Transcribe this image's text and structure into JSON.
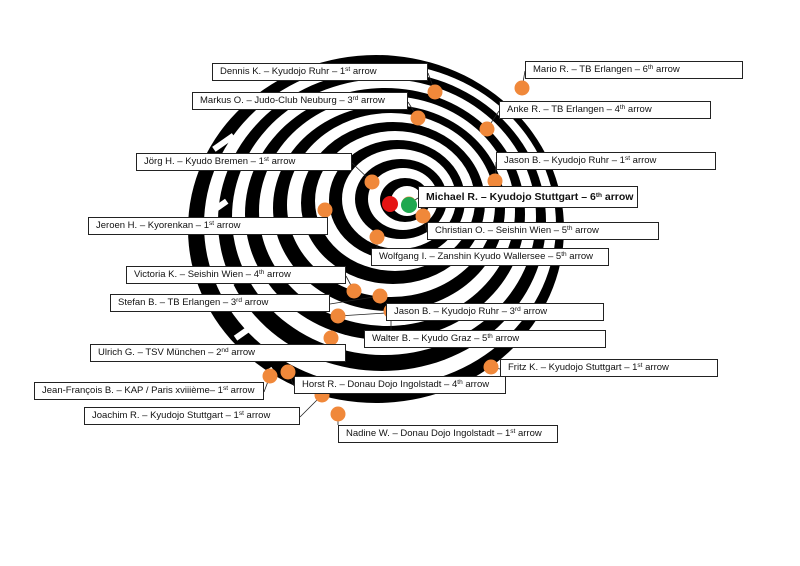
{
  "colors": {
    "stripe": "#000000",
    "background": "#ffffff",
    "arrow_hit": "#f0883a",
    "highlight_red": "#e51414",
    "highlight_green": "#1fa84f"
  },
  "hits": [
    {
      "name": "Dennis K.",
      "club": "Kyudojo Ruhr",
      "arrow_no": "1",
      "suffix": "st",
      "bold": false
    },
    {
      "name": "Mario R.",
      "club": "TB Erlangen",
      "arrow_no": "6",
      "suffix": "th",
      "bold": false
    },
    {
      "name": "Markus O.",
      "club": "Judo-Club Neuburg",
      "arrow_no": "3",
      "suffix": "rd",
      "bold": false
    },
    {
      "name": "Anke R.",
      "club": "TB Erlangen",
      "arrow_no": "4",
      "suffix": "th",
      "bold": false
    },
    {
      "name": "Jörg H.",
      "club": "Kyudo Bremen",
      "arrow_no": "1",
      "suffix": "st",
      "bold": false
    },
    {
      "name": "Jason B.",
      "club": "Kyudojo Ruhr",
      "arrow_no": "1",
      "suffix": "st",
      "bold": false
    },
    {
      "name": "Michael R.",
      "club": "Kyudojo Stuttgart",
      "arrow_no": "6",
      "suffix": "th",
      "bold": true
    },
    {
      "name": "Jeroen H.",
      "club": "Kyorenkan",
      "arrow_no": "1",
      "suffix": "st",
      "bold": false
    },
    {
      "name": "Christian O.",
      "club": "Seishin Wien",
      "arrow_no": "5",
      "suffix": "th",
      "bold": false
    },
    {
      "name": "Wolfgang I.",
      "club": "Zanshin Kyudo Wallersee",
      "arrow_no": "5",
      "suffix": "th",
      "bold": false
    },
    {
      "name": "Victoria K.",
      "club": "Seishin Wien",
      "arrow_no": "4",
      "suffix": "th",
      "bold": false
    },
    {
      "name": "Stefan B.",
      "club": "TB Erlangen",
      "arrow_no": "3",
      "suffix": "rd",
      "bold": false
    },
    {
      "name": "Jason B.",
      "club": "Kyudojo Ruhr",
      "arrow_no": "3",
      "suffix": "rd",
      "bold": false
    },
    {
      "name": "Walter B.",
      "club": "Kyudo Graz",
      "arrow_no": "5",
      "suffix": "th",
      "bold": false
    },
    {
      "name": "Ulrich G.",
      "club": "TSV München",
      "arrow_no": "2",
      "suffix": "nd",
      "bold": false
    },
    {
      "name": "Fritz K.",
      "club": "Kyudojo Stuttgart ",
      "arrow_no": "1",
      "suffix": "st",
      "bold": false
    },
    {
      "name": "Jean-François B.",
      "club": "KAP / Paris xviiième",
      "arrow_no": "1",
      "suffix": "st",
      "bold": false,
      "sep": "– "
    },
    {
      "name": "Horst R.",
      "club": "Donau Dojo Ingolstadt",
      "arrow_no": "4",
      "suffix": "th",
      "bold": false
    },
    {
      "name": "Joachim R.",
      "club": "Kyudojo Stuttgart ",
      "arrow_no": "1",
      "suffix": "st",
      "bold": false
    },
    {
      "name": "Nadine W.",
      "club": "Donau Dojo Ingolstadt",
      "arrow_no": "1",
      "suffix": "st",
      "bold": false
    }
  ]
}
